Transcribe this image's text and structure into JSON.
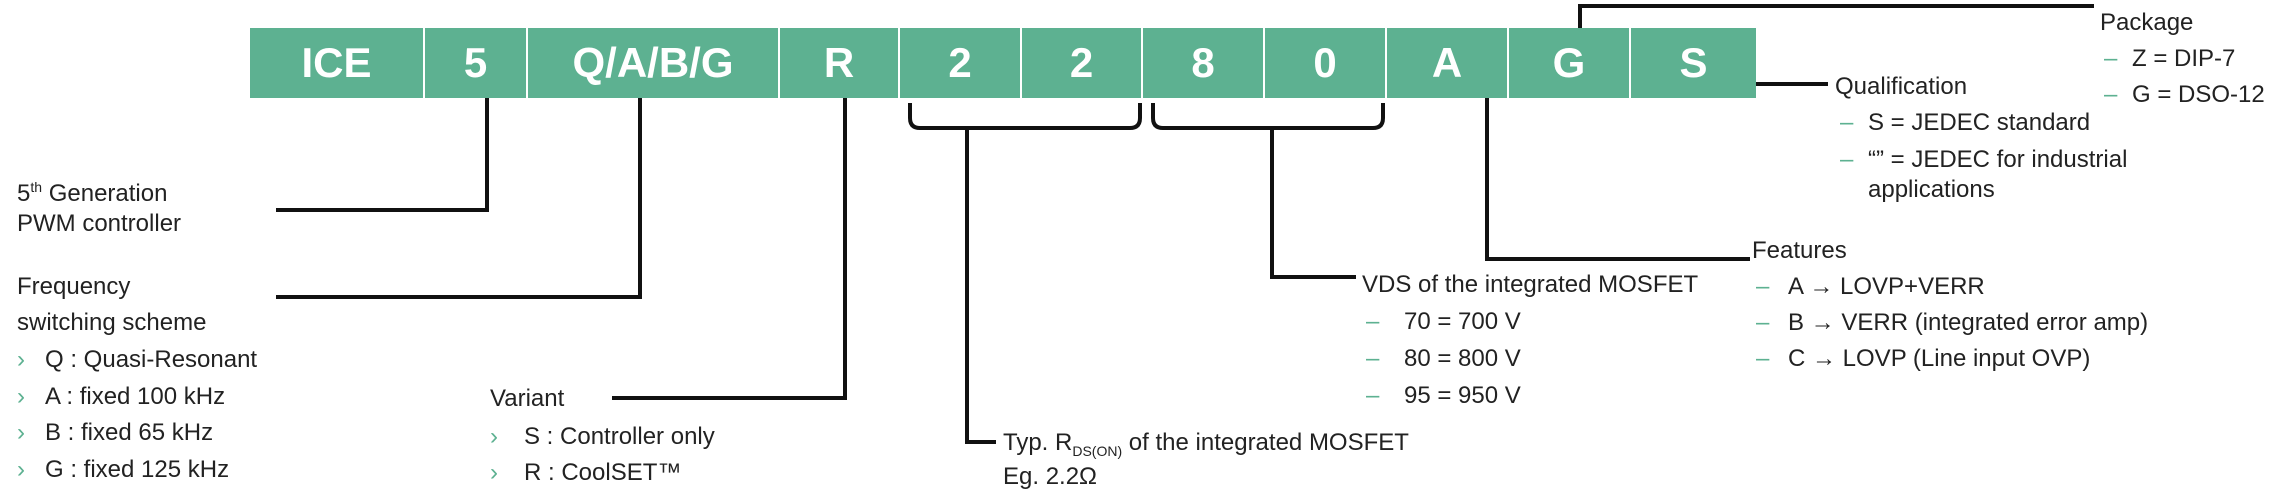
{
  "code_segments": [
    "ICE",
    "5",
    "Q/A/B/G",
    "R",
    "2",
    "2",
    "8",
    "0",
    "A",
    "G",
    "S"
  ],
  "package": {
    "title": "Package",
    "items": [
      "Z = DIP-7",
      "G = DSO-12"
    ]
  },
  "qualification": {
    "title": "Qualification",
    "items": [
      "S = JEDEC standard",
      "“” = JEDEC for industrial",
      "applications"
    ]
  },
  "generation": {
    "line1_pre": "5",
    "line1_sup": "th",
    "line1_post": " Generation",
    "line2": "PWM controller"
  },
  "frequency": {
    "title_line1": "Frequency",
    "title_line2": "switching scheme",
    "items": [
      "Q : Quasi-Resonant",
      "A : fixed 100 kHz",
      "B : fixed 65 kHz",
      "G : fixed 125 kHz"
    ]
  },
  "variant": {
    "title": "Variant",
    "items": [
      "S : Controller only",
      "R : CoolSET™"
    ]
  },
  "rds": {
    "pre": "Typ. R",
    "sub": "DS(ON)",
    "post": " of the integrated MOSFET",
    "example": "Eg. 2.2Ω"
  },
  "vds": {
    "title": "VDS of the integrated MOSFET",
    "items": [
      "70 = 700 V",
      "80 = 800 V",
      "95 = 950 V"
    ]
  },
  "features": {
    "title": "Features",
    "items": [
      "A → LOVP+VERR",
      "B → VERR (integrated error amp)",
      "C → LOVP (Line input OVP)"
    ]
  },
  "colors": {
    "accent": "#5db191",
    "line": "#111111"
  },
  "bullet_marks": {
    "dash": "–",
    "chevron": "›"
  }
}
